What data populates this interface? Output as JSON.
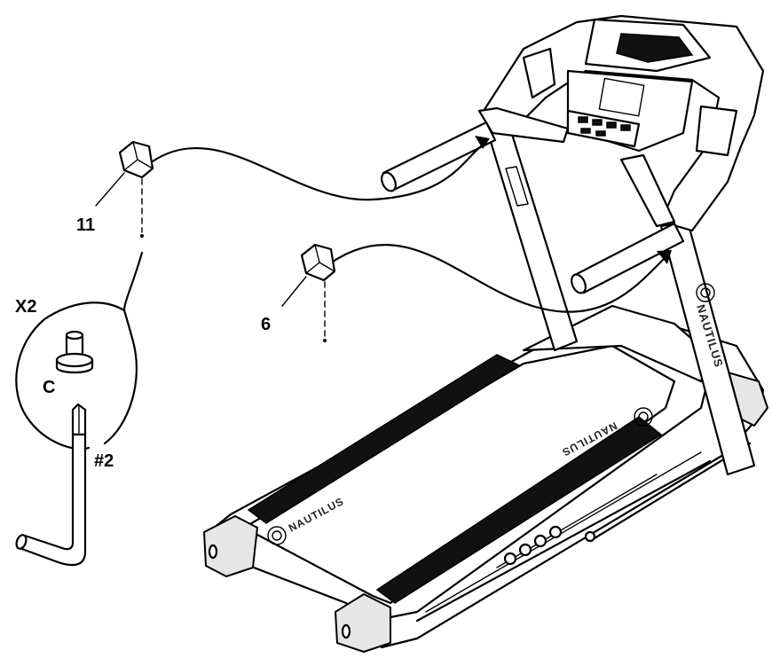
{
  "labels": {
    "part_11": "11",
    "part_6": "6",
    "quantity": "X2",
    "hardware_c": "C",
    "tool_size": "#2"
  },
  "branding": {
    "front_deck_logo": "NAUTILUS",
    "belt_logo": "NAUTILUS",
    "upright_logo": "NAUTILUS"
  },
  "colors": {
    "line": "#000000",
    "belt_strip": "#111111",
    "background": "#ffffff"
  },
  "icons": {
    "hardware_c": "screw-pin-icon",
    "tool": "phillips-allen-key-icon"
  }
}
